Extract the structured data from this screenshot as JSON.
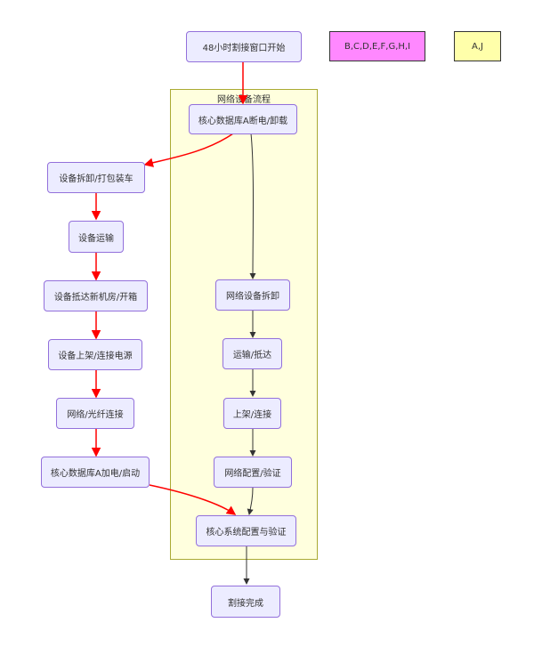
{
  "colors": {
    "node_fill": "#ECECFF",
    "node_stroke": "#9370DB",
    "subgraph_fill": "#FFFFDE",
    "subgraph_stroke": "#AAAA33",
    "critical_edge": "#FF0000",
    "normal_edge": "#333333",
    "legend_pink": "#FF88FF",
    "legend_yellow": "#FFFFAA"
  },
  "subgraph": {
    "title": "网络设备流程"
  },
  "nodes": {
    "start": "48小时割接窗口开始",
    "core_off": "核心数据库A断电/卸载",
    "dismantle": "设备拆卸/打包装车",
    "transport": "设备运输",
    "arrive": "设备抵达新机房/开箱",
    "rack": "设备上架/连接电源",
    "fiber": "网络/光纤连接",
    "core_on": "核心数据库A加电/启动",
    "net_dismantle": "网络设备拆卸",
    "net_transport": "运输/抵达",
    "net_rack": "上架/连接",
    "net_config": "网络配置/验证",
    "core_verify": "核心系统配置与验证",
    "done": "割接完成"
  },
  "legend": {
    "critical": "B,C,D,E,F,G,H,I",
    "other": "A,J"
  }
}
